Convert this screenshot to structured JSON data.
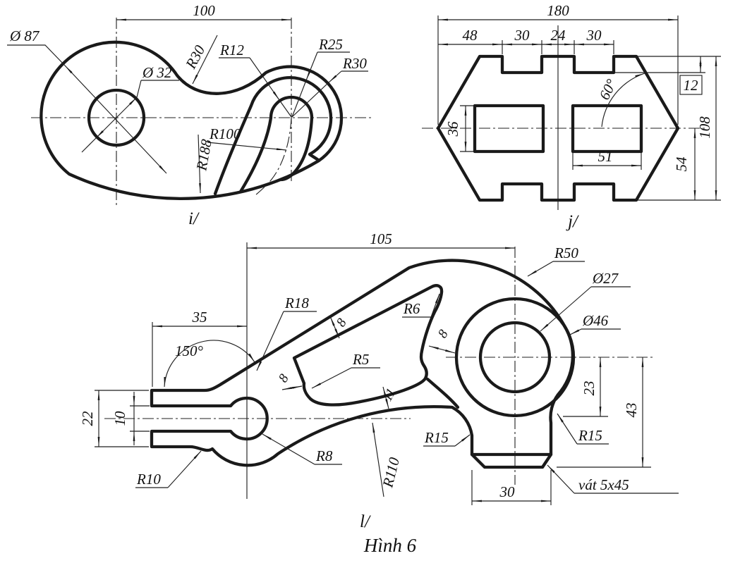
{
  "figure": {
    "title": "Hình 6"
  },
  "i": {
    "label": "i/",
    "d100": "100",
    "dia87": "Ø 87",
    "dia32": "Ø 32",
    "r30top": "R30",
    "r12": "R12",
    "r25": "R25",
    "r30right": "R30",
    "r100": "R100",
    "r188": "R188"
  },
  "j": {
    "label": "j/",
    "d180": "180",
    "d48": "48",
    "d30a": "30",
    "d24": "24",
    "d30b": "30",
    "a60": "60°",
    "d12": "12",
    "d36": "36",
    "d51": "51",
    "d54": "54",
    "d108": "108"
  },
  "l": {
    "label": "l/",
    "d105": "105",
    "d35": "35",
    "a150": "150°",
    "r18": "R18",
    "r6": "R6",
    "r5": "R5",
    "t8a": "8",
    "t8b": "8",
    "t8c": "8",
    "t11": "11",
    "r50": "R50",
    "dia27": "Ø27",
    "dia46": "Ø46",
    "d23": "23",
    "d43": "43",
    "r15r": "R15",
    "r15l": "R15",
    "r8": "R8",
    "r10": "R10",
    "r110": "R110",
    "d22": "22",
    "d10": "10",
    "d30": "30",
    "chamfer": "vát 5x45"
  }
}
